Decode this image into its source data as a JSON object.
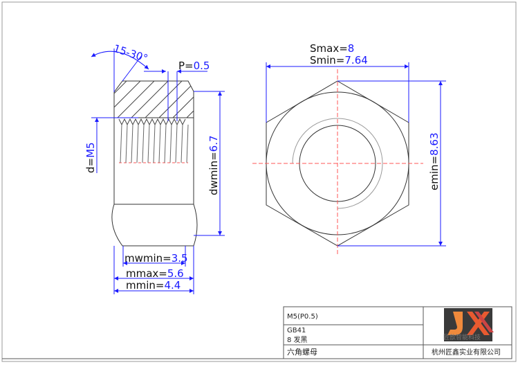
{
  "drawing": {
    "angle_label": "15-30°",
    "pitch": {
      "name": "P=",
      "value": "0.5"
    },
    "thread": {
      "name": "d=",
      "value": "M5"
    },
    "dwmin": {
      "name": "dwmin=",
      "value": "6.7"
    },
    "mwmin": {
      "name": "mwmin=",
      "value": "3.5"
    },
    "mmax": {
      "name": "mmax=",
      "value": "5.6"
    },
    "mmin": {
      "name": "mmin=",
      "value": "4.4"
    },
    "smax": {
      "name": "Smax=",
      "value": "8"
    },
    "smin": {
      "name": "Smin=",
      "value": "7.64"
    },
    "emin": {
      "name": "emin=",
      "value": "8.63"
    }
  },
  "title_block": {
    "spec": "M5(P0.5)",
    "standard": "GB41",
    "grade": "8 发黑",
    "part_name": "六角螺母",
    "company": "杭州匠鑫实业有限公司",
    "logo_text": "匠歆智能科技"
  },
  "colors": {
    "dimension": "#1a1aff",
    "center_line": "#ff5555",
    "outline": "#333333"
  }
}
